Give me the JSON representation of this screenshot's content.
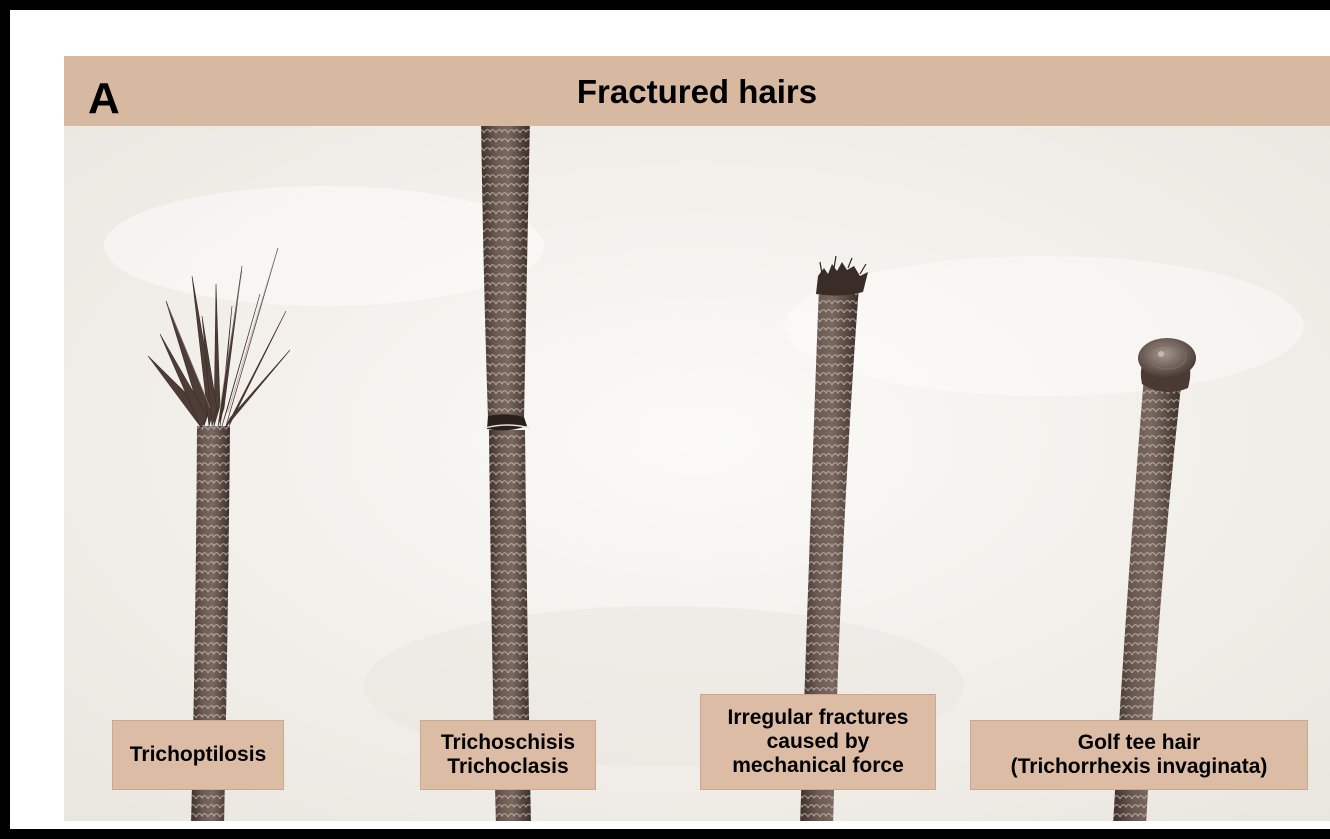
{
  "figure": {
    "panel_letter": "A",
    "title": "Fractured hairs",
    "hairs": [
      {
        "label": "Trichoptilosis",
        "icon": "split-end-hair-icon"
      },
      {
        "label": "Trichoschisis\nTrichoclasis",
        "icon": "transverse-fracture-hair-icon"
      },
      {
        "label": "Irregular fractures\ncaused by\nmechanical force",
        "icon": "irregular-fracture-hair-icon"
      },
      {
        "label": "Golf tee hair\n(Trichorrhexis invaginata)",
        "icon": "golf-tee-hair-icon"
      }
    ]
  },
  "colors": {
    "frame": "#000000",
    "header": "#d7b8a0",
    "label_box": "#dcbca4",
    "hair": "#5b4a43",
    "hair_highlight": "#b8aaa2",
    "background": "#f4f1ec"
  }
}
